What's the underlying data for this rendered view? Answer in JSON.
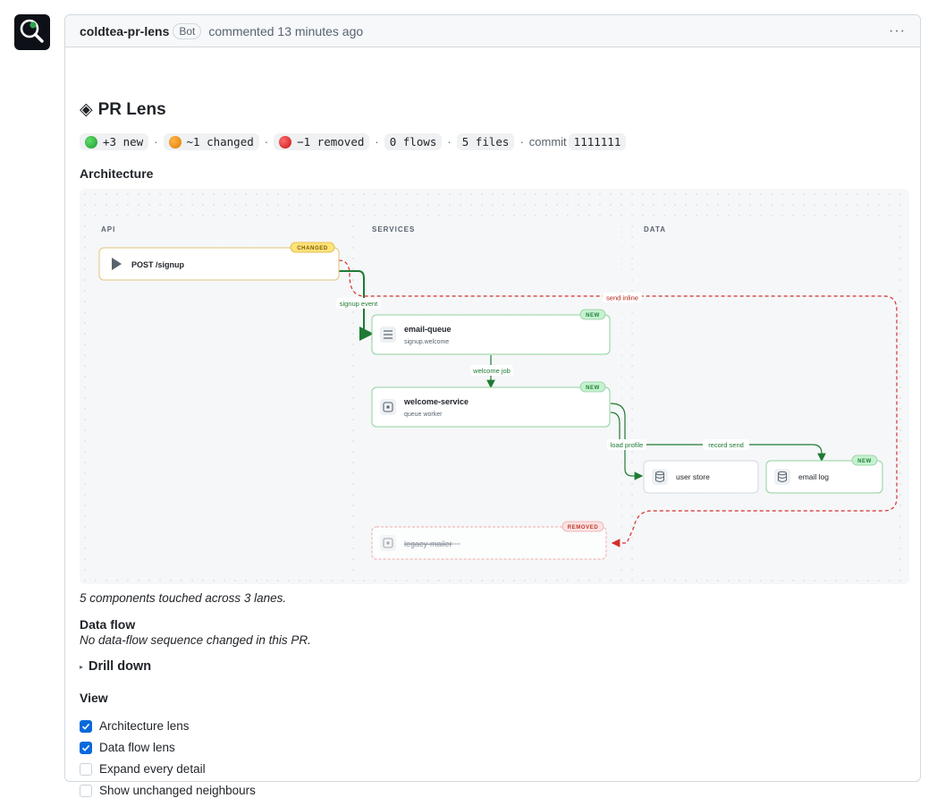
{
  "comment": {
    "author": "coldtea-pr-lens",
    "badge": "Bot",
    "meta": "commented 13 minutes ago",
    "menu": "···"
  },
  "pr": {
    "title": "PR Lens",
    "title_icon": "◈",
    "chips": {
      "new": "+3 new",
      "changed": "~1 changed",
      "removed": "−1 removed",
      "flows": "0 flows",
      "files": "5 files",
      "commit_label": "commit",
      "commit": "1111111"
    },
    "colors": {
      "new": "#2da44e",
      "changed": "#e38b07",
      "removed": "#d92121"
    }
  },
  "architecture": {
    "heading": "Architecture",
    "lanes": [
      "API",
      "SERVICES",
      "DATA"
    ],
    "nodes": {
      "post_signup": {
        "label": "POST /signup",
        "badge": "CHANGED",
        "icon": "play-icon"
      },
      "email_queue": {
        "label": "email-queue",
        "sub": "signup.welcome",
        "badge": "NEW",
        "icon": "queue-icon"
      },
      "welcome_service": {
        "label": "welcome-service",
        "sub": "queue worker",
        "badge": "NEW",
        "icon": "service-icon"
      },
      "user_store": {
        "label": "user store",
        "icon": "database-icon"
      },
      "email_log": {
        "label": "email log",
        "badge": "NEW",
        "icon": "database-icon"
      },
      "legacy_mailer": {
        "label": "legacy-mailer",
        "badge": "REMOVED",
        "icon": "service-icon"
      }
    },
    "edges": {
      "signup_event": "signup event",
      "welcome_job": "welcome job",
      "load_profile": "load profile",
      "record_send": "record send",
      "send_inline": "send inline"
    },
    "summary": "5 components touched across 3 lanes."
  },
  "data_flow": {
    "heading": "Data flow",
    "text": "No data-flow sequence changed in this PR."
  },
  "drill": {
    "label": "Drill down"
  },
  "view": {
    "heading": "View",
    "options": [
      {
        "label": "Architecture lens",
        "checked": true
      },
      {
        "label": "Data flow lens",
        "checked": true
      },
      {
        "label": "Expand every detail",
        "checked": false
      },
      {
        "label": "Show unchanged neighbours",
        "checked": false
      }
    ]
  }
}
